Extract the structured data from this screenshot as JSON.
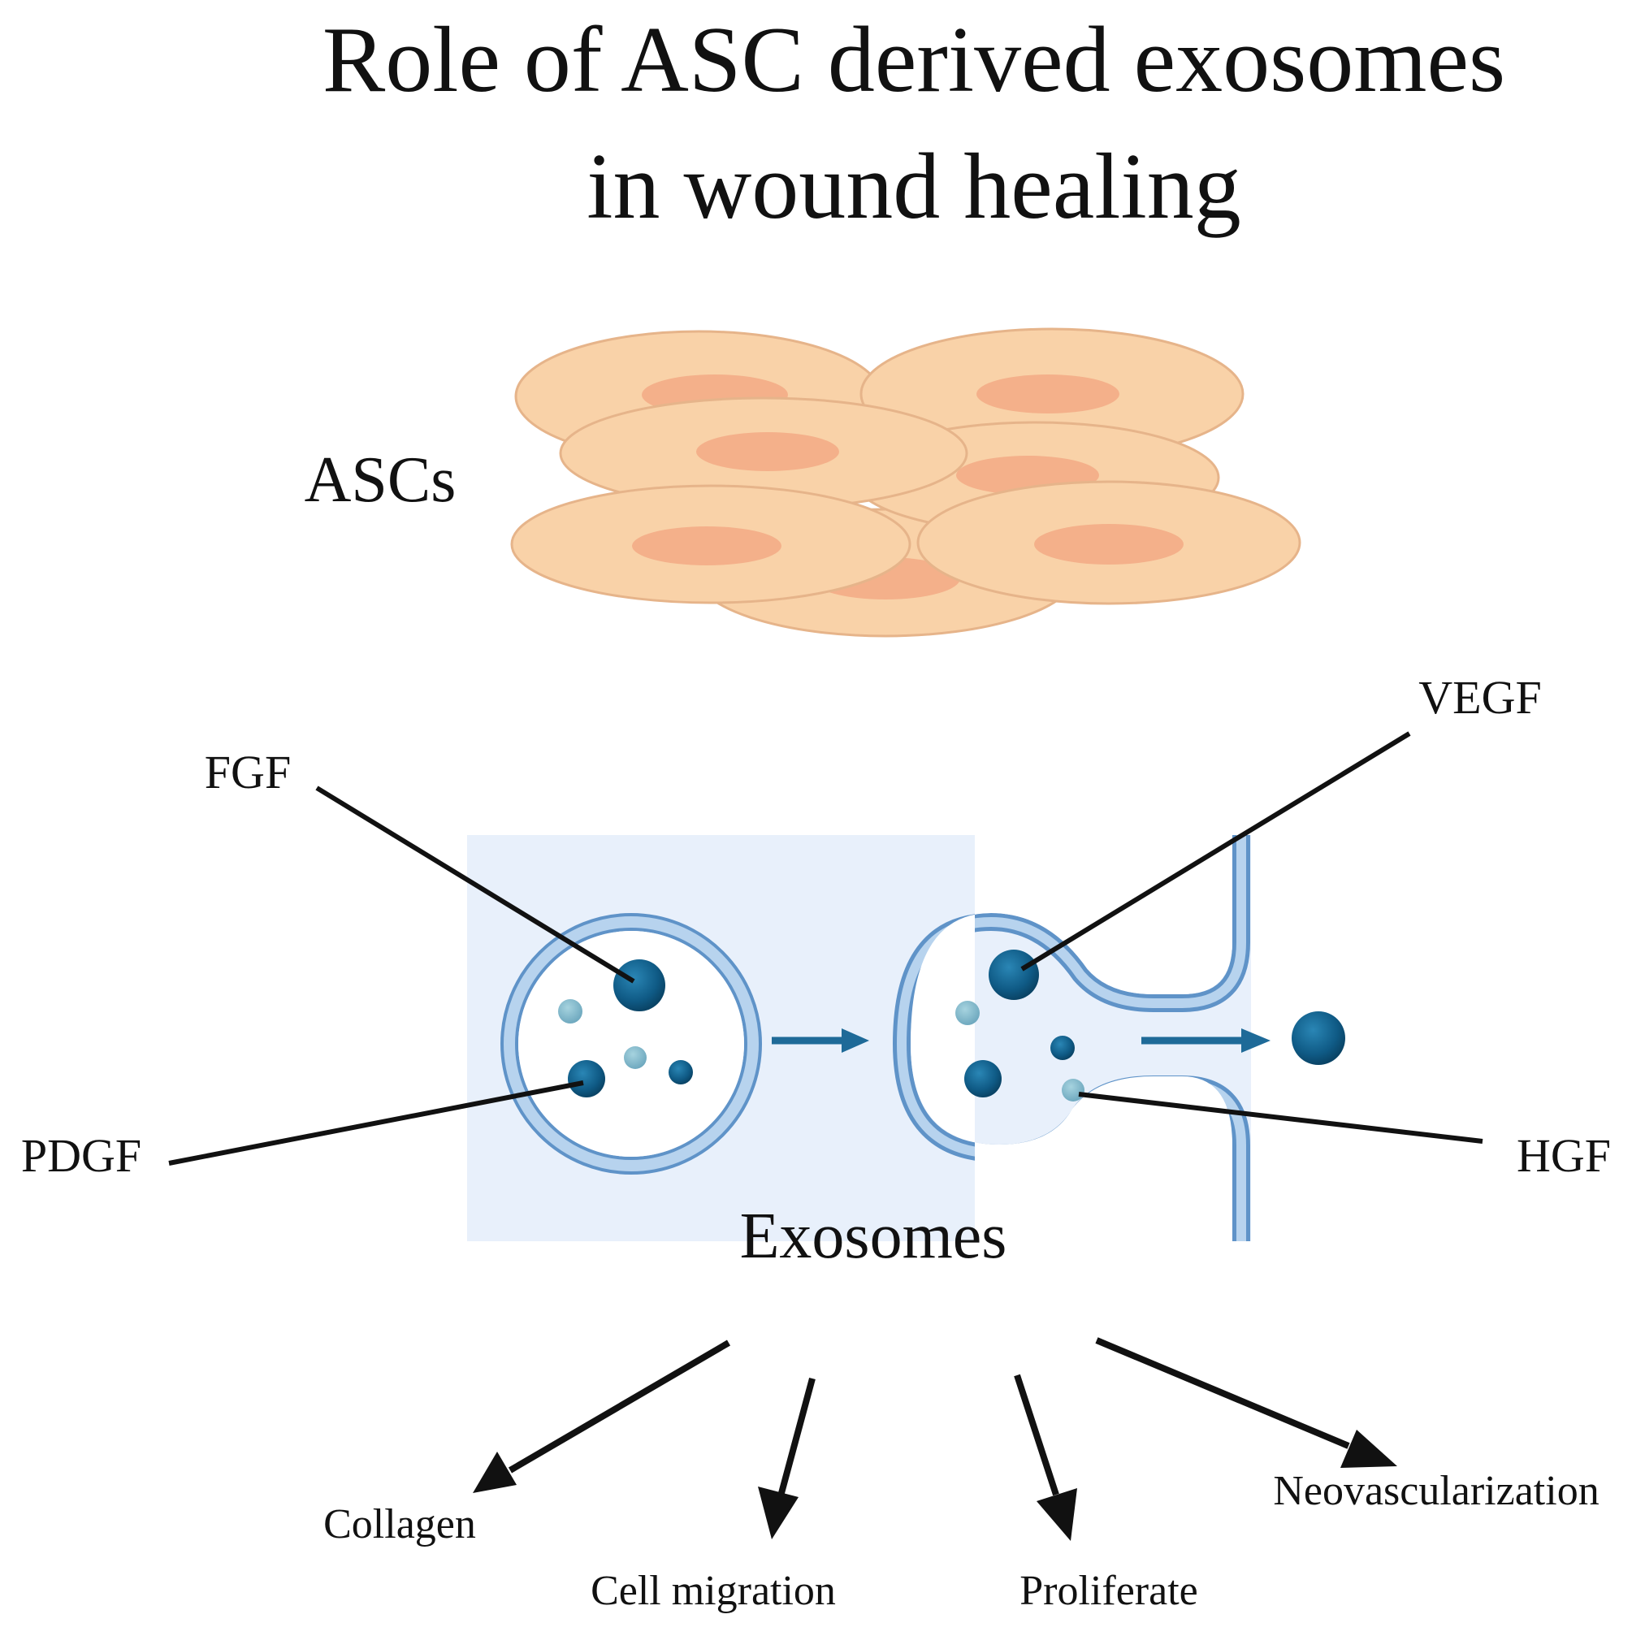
{
  "title": {
    "line1": "Role of ASC derived exosomes",
    "line2": "in wound healing"
  },
  "cells": {
    "label": "ASCs",
    "fill": "#f9d2a8",
    "stroke": "#e6b48a",
    "nucleus_fill": "#f4b08a"
  },
  "exosomes": {
    "label": "Exosomes",
    "panel_fill": "#e8f0fb",
    "membrane_fill": "#a9c8ea",
    "membrane_stroke": "#5f93c8",
    "dark_vesicle": "#0f5a85",
    "light_vesicle": "#7db8cc",
    "arrow_color": "#1e6a98"
  },
  "factors": {
    "fgf": "FGF",
    "pdgf": "PDGF",
    "vegf": "VEGF",
    "hgf": "HGF"
  },
  "outcomes": {
    "collagen": "Collagen",
    "cell_migration": "Cell migration",
    "proliferate": "Proliferate",
    "neovascularization": "Neovascularization"
  }
}
